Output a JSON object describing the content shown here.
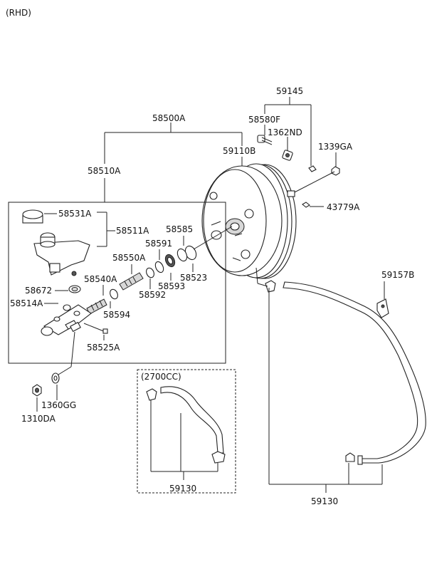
{
  "header": {
    "variant": "(RHD)"
  },
  "callouts": {
    "assy_58500A": "58500A",
    "mc_58510A": "58510A",
    "booster_59110B": "59110B",
    "kit_59145": "59145",
    "pin_58580F": "58580F",
    "pin_1362ND": "1362ND",
    "nut_1339GA": "1339GA",
    "bolt_43779A": "43779A",
    "cap_58531A": "58531A",
    "reservoir_58511A": "58511A",
    "grommet_58585": "58585",
    "seal_58591": "58591",
    "piston_58550A": "58550A",
    "ring_58523": "58523",
    "cup_58593": "58593",
    "piston_58540A": "58540A",
    "washer_58592": "58592",
    "grommet_58672": "58672",
    "body_58514A": "58514A",
    "spring_58594": "58594",
    "screw_58525A": "58525A",
    "washer_1360GG": "1360GG",
    "nut_1310DA": "1310DA",
    "clip_59157B": "59157B",
    "variant_2700": "(2700CC)",
    "hose_59130_inset": "59130",
    "hose_59130_main": "59130"
  }
}
